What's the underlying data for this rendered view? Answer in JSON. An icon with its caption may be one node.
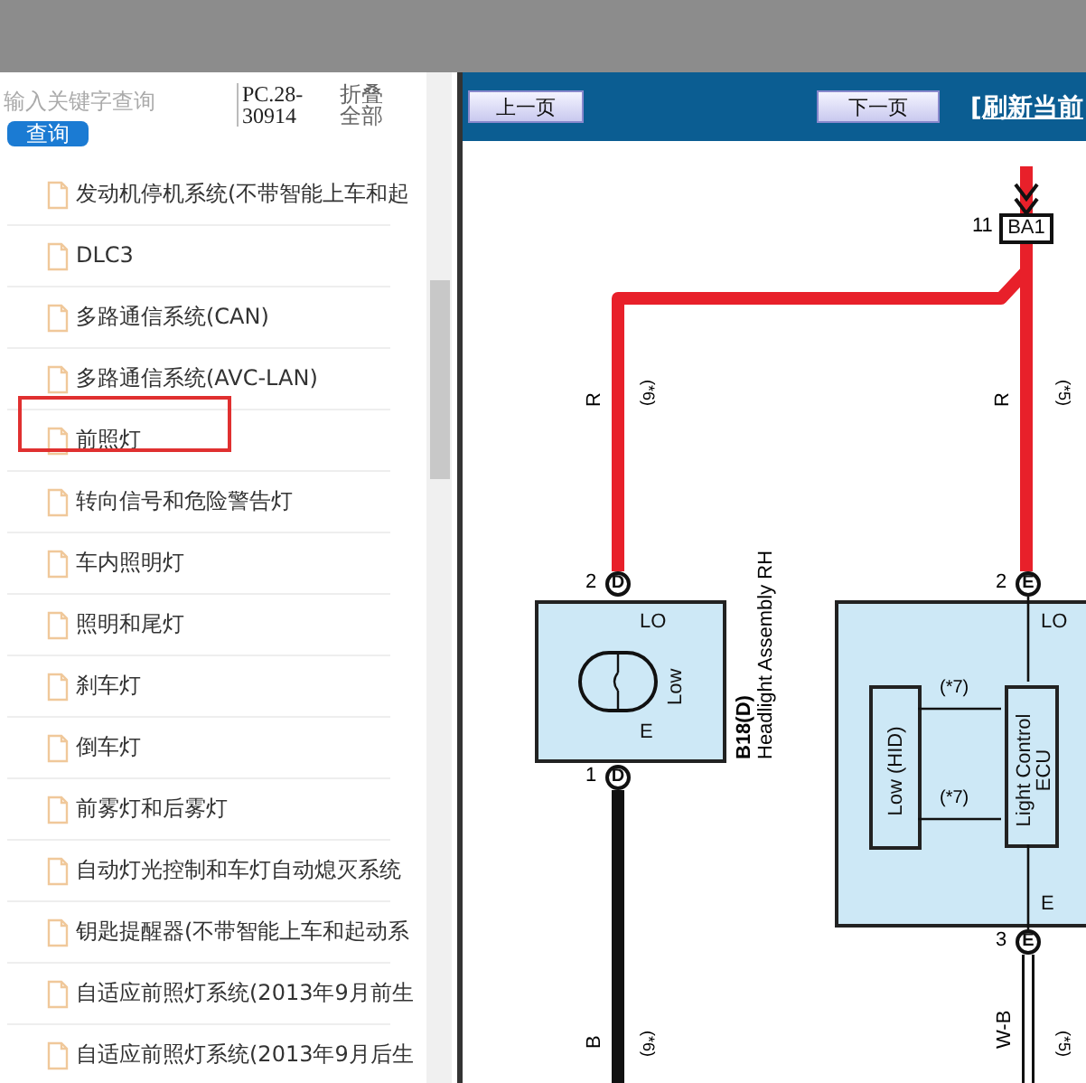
{
  "diagram": {
    "nodes": [
      {
        "text": [
          "BA1"
        ],
        "beside": [
          "11"
        ]
      },
      {
        "text": [
          "D"
        ],
        "beside": [
          "2"
        ]
      },
      {
        "text": [
          "LO",
          "Low",
          "E"
        ],
        "beside": [
          "B18(D)",
          "Headlight Assembly RH"
        ]
      },
      {
        "text": [
          "D"
        ],
        "beside": [
          "1"
        ]
      },
      {
        "text": [
          "E"
        ],
        "beside": [
          "2"
        ]
      },
      {
        "text": [
          "LO",
          "E"
        ]
      },
      {
        "text": [
          "Low (HID)"
        ],
        "in": 5
      },
      {
        "text": [
          "Light Control ECU"
        ],
        "in": 5
      },
      {
        "text": [
          "E"
        ],
        "beside": [
          "3"
        ]
      }
    ],
    "edges": [
      {
        "from": null,
        "to": 0,
        "arrow": "to",
        "color": "#e8202a"
      },
      {
        "from": 0,
        "to": 1,
        "arrow": "none",
        "label": "R",
        "color": "#e8202a"
      },
      {
        "from": 0,
        "to": 4,
        "arrow": "none",
        "label": "R",
        "color": "#e8202a"
      },
      {
        "from": 3,
        "to": null,
        "arrow": "none",
        "label": "B",
        "color": "#111111"
      },
      {
        "from": 8,
        "to": null,
        "arrow": "none",
        "label": "W-B",
        "color": "#ffffff"
      },
      {
        "from": 4,
        "to": 7,
        "arrow": "none"
      },
      {
        "from": 7,
        "to": 6,
        "arrow": "none",
        "label": "(*7)"
      },
      {
        "from": 7,
        "to": 6,
        "arrow": "none",
        "label": "(*7)"
      },
      {
        "from": 7,
        "to": 8,
        "arrow": "none"
      }
    ],
    "labels": [
      "输入关键字查询",
      "查询",
      "PC.28-30914",
      "折叠全部",
      "上一页",
      "下一页",
      "[刷新当前",
      "发动机停机系统(不带智能上车和起",
      "DLC3",
      "多路通信系统(CAN)",
      "多路通信系统(AVC-LAN)",
      "前照灯",
      "转向信号和危险警告灯",
      "车内照明灯",
      "照明和尾灯",
      "刹车灯",
      "倒车灯",
      "前雾灯和后雾灯",
      "自动灯光控制和车灯自动熄灭系统",
      "钥匙提醒器(不带智能上车和起动系",
      "自适应前照灯系统(2013年9月前生",
      "自适应前照灯系统(2013年9月后生",
      "(*6)",
      "(*5)",
      "(*6)",
      "(*5)"
    ]
  }
}
